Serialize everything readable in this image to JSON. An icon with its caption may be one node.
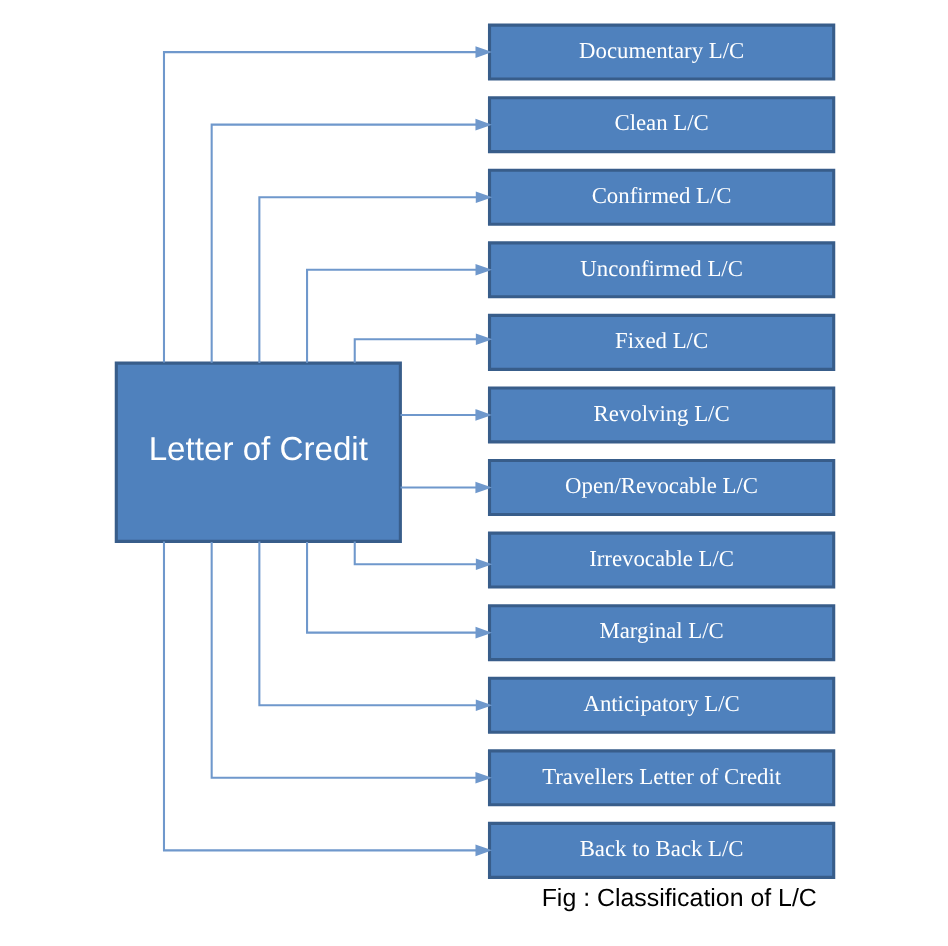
{
  "diagram": {
    "caption": "Fig : Classification of L/C",
    "nodes": [
      {
        "text": [
          "Letter of Credit"
        ]
      },
      {
        "text": [
          "Documentary L/C"
        ]
      },
      {
        "text": [
          "Clean L/C"
        ]
      },
      {
        "text": [
          "Confirmed L/C"
        ]
      },
      {
        "text": [
          "Unconfirmed L/C"
        ]
      },
      {
        "text": [
          "Fixed L/C"
        ]
      },
      {
        "text": [
          "Revolving L/C"
        ]
      },
      {
        "text": [
          "Open/Revocable L/C"
        ]
      },
      {
        "text": [
          "Irrevocable L/C"
        ]
      },
      {
        "text": [
          "Marginal L/C"
        ]
      },
      {
        "text": [
          "Anticipatory L/C"
        ]
      },
      {
        "text": [
          "Travellers Letter of Credit"
        ]
      },
      {
        "text": [
          "Back to Back L/C"
        ]
      }
    ],
    "edges": [
      {
        "from": 0,
        "to": 1,
        "arrow": "to"
      },
      {
        "from": 0,
        "to": 2,
        "arrow": "to"
      },
      {
        "from": 0,
        "to": 3,
        "arrow": "to"
      },
      {
        "from": 0,
        "to": 4,
        "arrow": "to"
      },
      {
        "from": 0,
        "to": 5,
        "arrow": "to"
      },
      {
        "from": 0,
        "to": 6,
        "arrow": "to"
      },
      {
        "from": 0,
        "to": 7,
        "arrow": "to"
      },
      {
        "from": 0,
        "to": 8,
        "arrow": "to"
      },
      {
        "from": 0,
        "to": 9,
        "arrow": "to"
      },
      {
        "from": 0,
        "to": 10,
        "arrow": "to"
      },
      {
        "from": 0,
        "to": 11,
        "arrow": "to"
      },
      {
        "from": 0,
        "to": 12,
        "arrow": "to"
      }
    ]
  }
}
